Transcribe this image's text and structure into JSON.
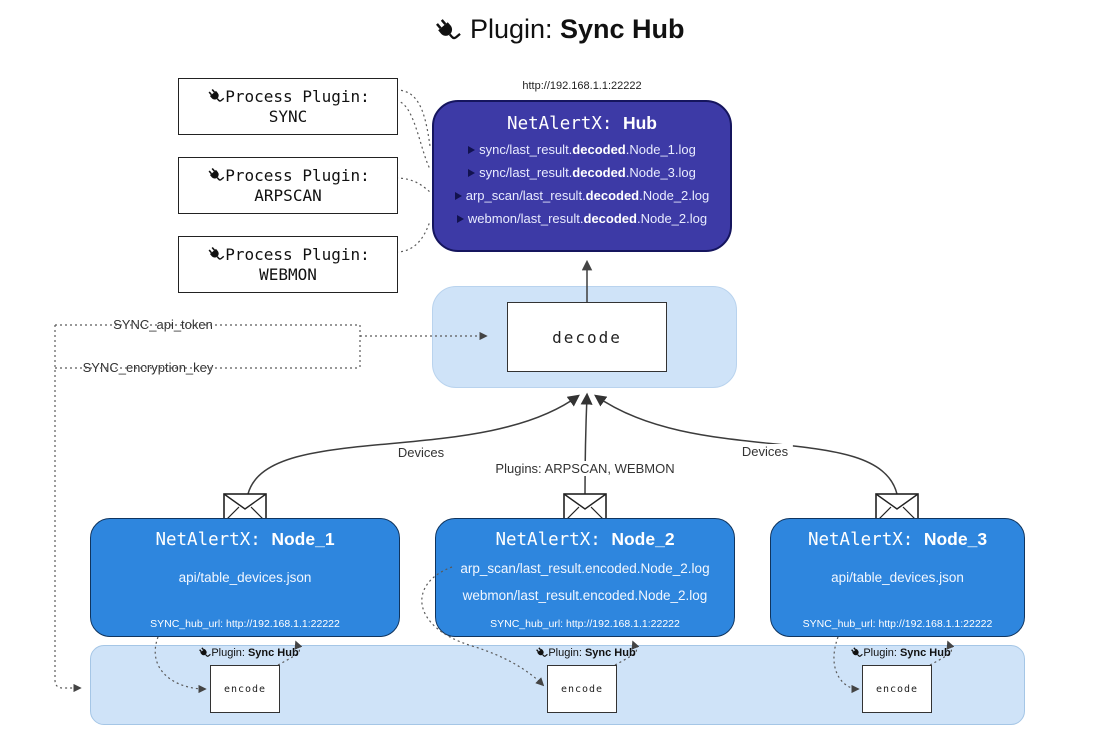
{
  "title": {
    "prefix": "Plugin: ",
    "bold": "Sync Hub"
  },
  "process": {
    "label": "Process Plugin:",
    "items": [
      "SYNC",
      "ARPSCAN",
      "WEBMON"
    ]
  },
  "hub": {
    "url": "http://192.168.1.1:22222",
    "title_prefix": "NetAlertX: ",
    "title_bold": "Hub",
    "logs": [
      {
        "pre": "sync/last_result.",
        "em": "decoded",
        "post": ".Node_1.log"
      },
      {
        "pre": "sync/last_result.",
        "em": "decoded",
        "post": ".Node_3.log"
      },
      {
        "pre": "arp_scan/last_result.",
        "em": "decoded",
        "post": ".Node_2.log"
      },
      {
        "pre": "webmon/last_result.",
        "em": "decoded",
        "post": ".Node_2.log"
      }
    ]
  },
  "decode": {
    "label": "decode"
  },
  "config": {
    "api_token": "SYNC_api_token",
    "encryption_key": "SYNC_encryption_key"
  },
  "edges": {
    "left": "Devices",
    "center": "Plugins: ARPSCAN, WEBMON",
    "right": "Devices"
  },
  "nodes": [
    {
      "title_prefix": "NetAlertX: ",
      "title_bold": "Node_1",
      "files": [
        "api/table_devices.json"
      ],
      "hub_url": "SYNC_hub_url: http://192.168.1.1:22222"
    },
    {
      "title_prefix": "NetAlertX: ",
      "title_bold": "Node_2",
      "files": [
        "arp_scan/last_result.encoded.Node_2.log",
        "webmon/last_result.encoded.Node_2.log"
      ],
      "hub_url": "SYNC_hub_url: http://192.168.1.1:22222"
    },
    {
      "title_prefix": "NetAlertX: ",
      "title_bold": "Node_3",
      "files": [
        "api/table_devices.json"
      ],
      "hub_url": "SYNC_hub_url: http://192.168.1.1:22222"
    }
  ],
  "encoder": {
    "plugin_prefix": "Plugin: ",
    "plugin_bold": "Sync Hub",
    "label": "encode"
  },
  "colors": {
    "hub_fill": "#3d3aa6",
    "node_fill": "#2e86de",
    "panel_fill": "#cfe3f8",
    "text_light": "#ffffff"
  }
}
